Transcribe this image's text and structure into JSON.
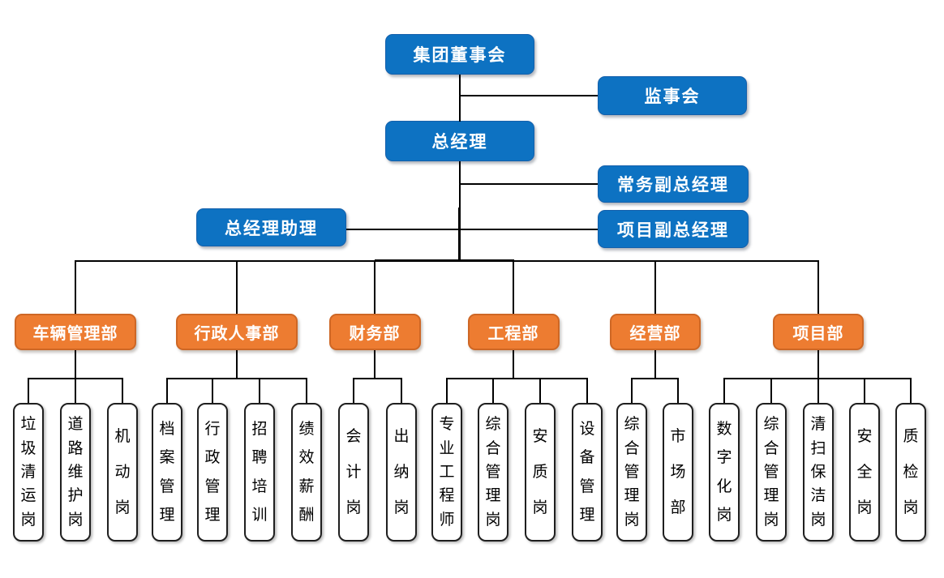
{
  "chart_title": "",
  "colors": {
    "node_blue": "#0D72C2",
    "node_blue_border": "#1560AB",
    "node_orange": "#ED7C31",
    "node_orange_border": "#CE6725",
    "position_box_border": "#1F1F1F",
    "line": "#000000",
    "background": "#FFFFFF",
    "node_text": "#FFFFFF",
    "position_text": "#000000"
  },
  "top": {
    "board": "集团董事会",
    "supervisory": "监事会",
    "general_manager": "总经理",
    "executive_deputy_gm": "常务副总经理",
    "gm_assistant": "总经理助理",
    "project_deputy_gm": "项目副总经理"
  },
  "departments": [
    {
      "name": "车辆管理部",
      "positions": [
        "垃圾清运岗",
        "道路维护岗",
        "机动岗"
      ]
    },
    {
      "name": "行政人事部",
      "positions": [
        "档案管理",
        "行政管理",
        "招聘培训",
        "绩效薪酬"
      ]
    },
    {
      "name": "财务部",
      "positions": [
        "会计岗",
        "出纳岗"
      ]
    },
    {
      "name": "工程部",
      "positions": [
        "专业工程师",
        "综合管理岗",
        "安质岗",
        "设备管理"
      ]
    },
    {
      "name": "经营部",
      "positions": [
        "综合管理岗",
        "市场部"
      ]
    },
    {
      "name": "项目部",
      "positions": [
        "数字化岗",
        "综合管理岗",
        "清扫保洁岗",
        "安全岗",
        "质检岗"
      ]
    }
  ]
}
